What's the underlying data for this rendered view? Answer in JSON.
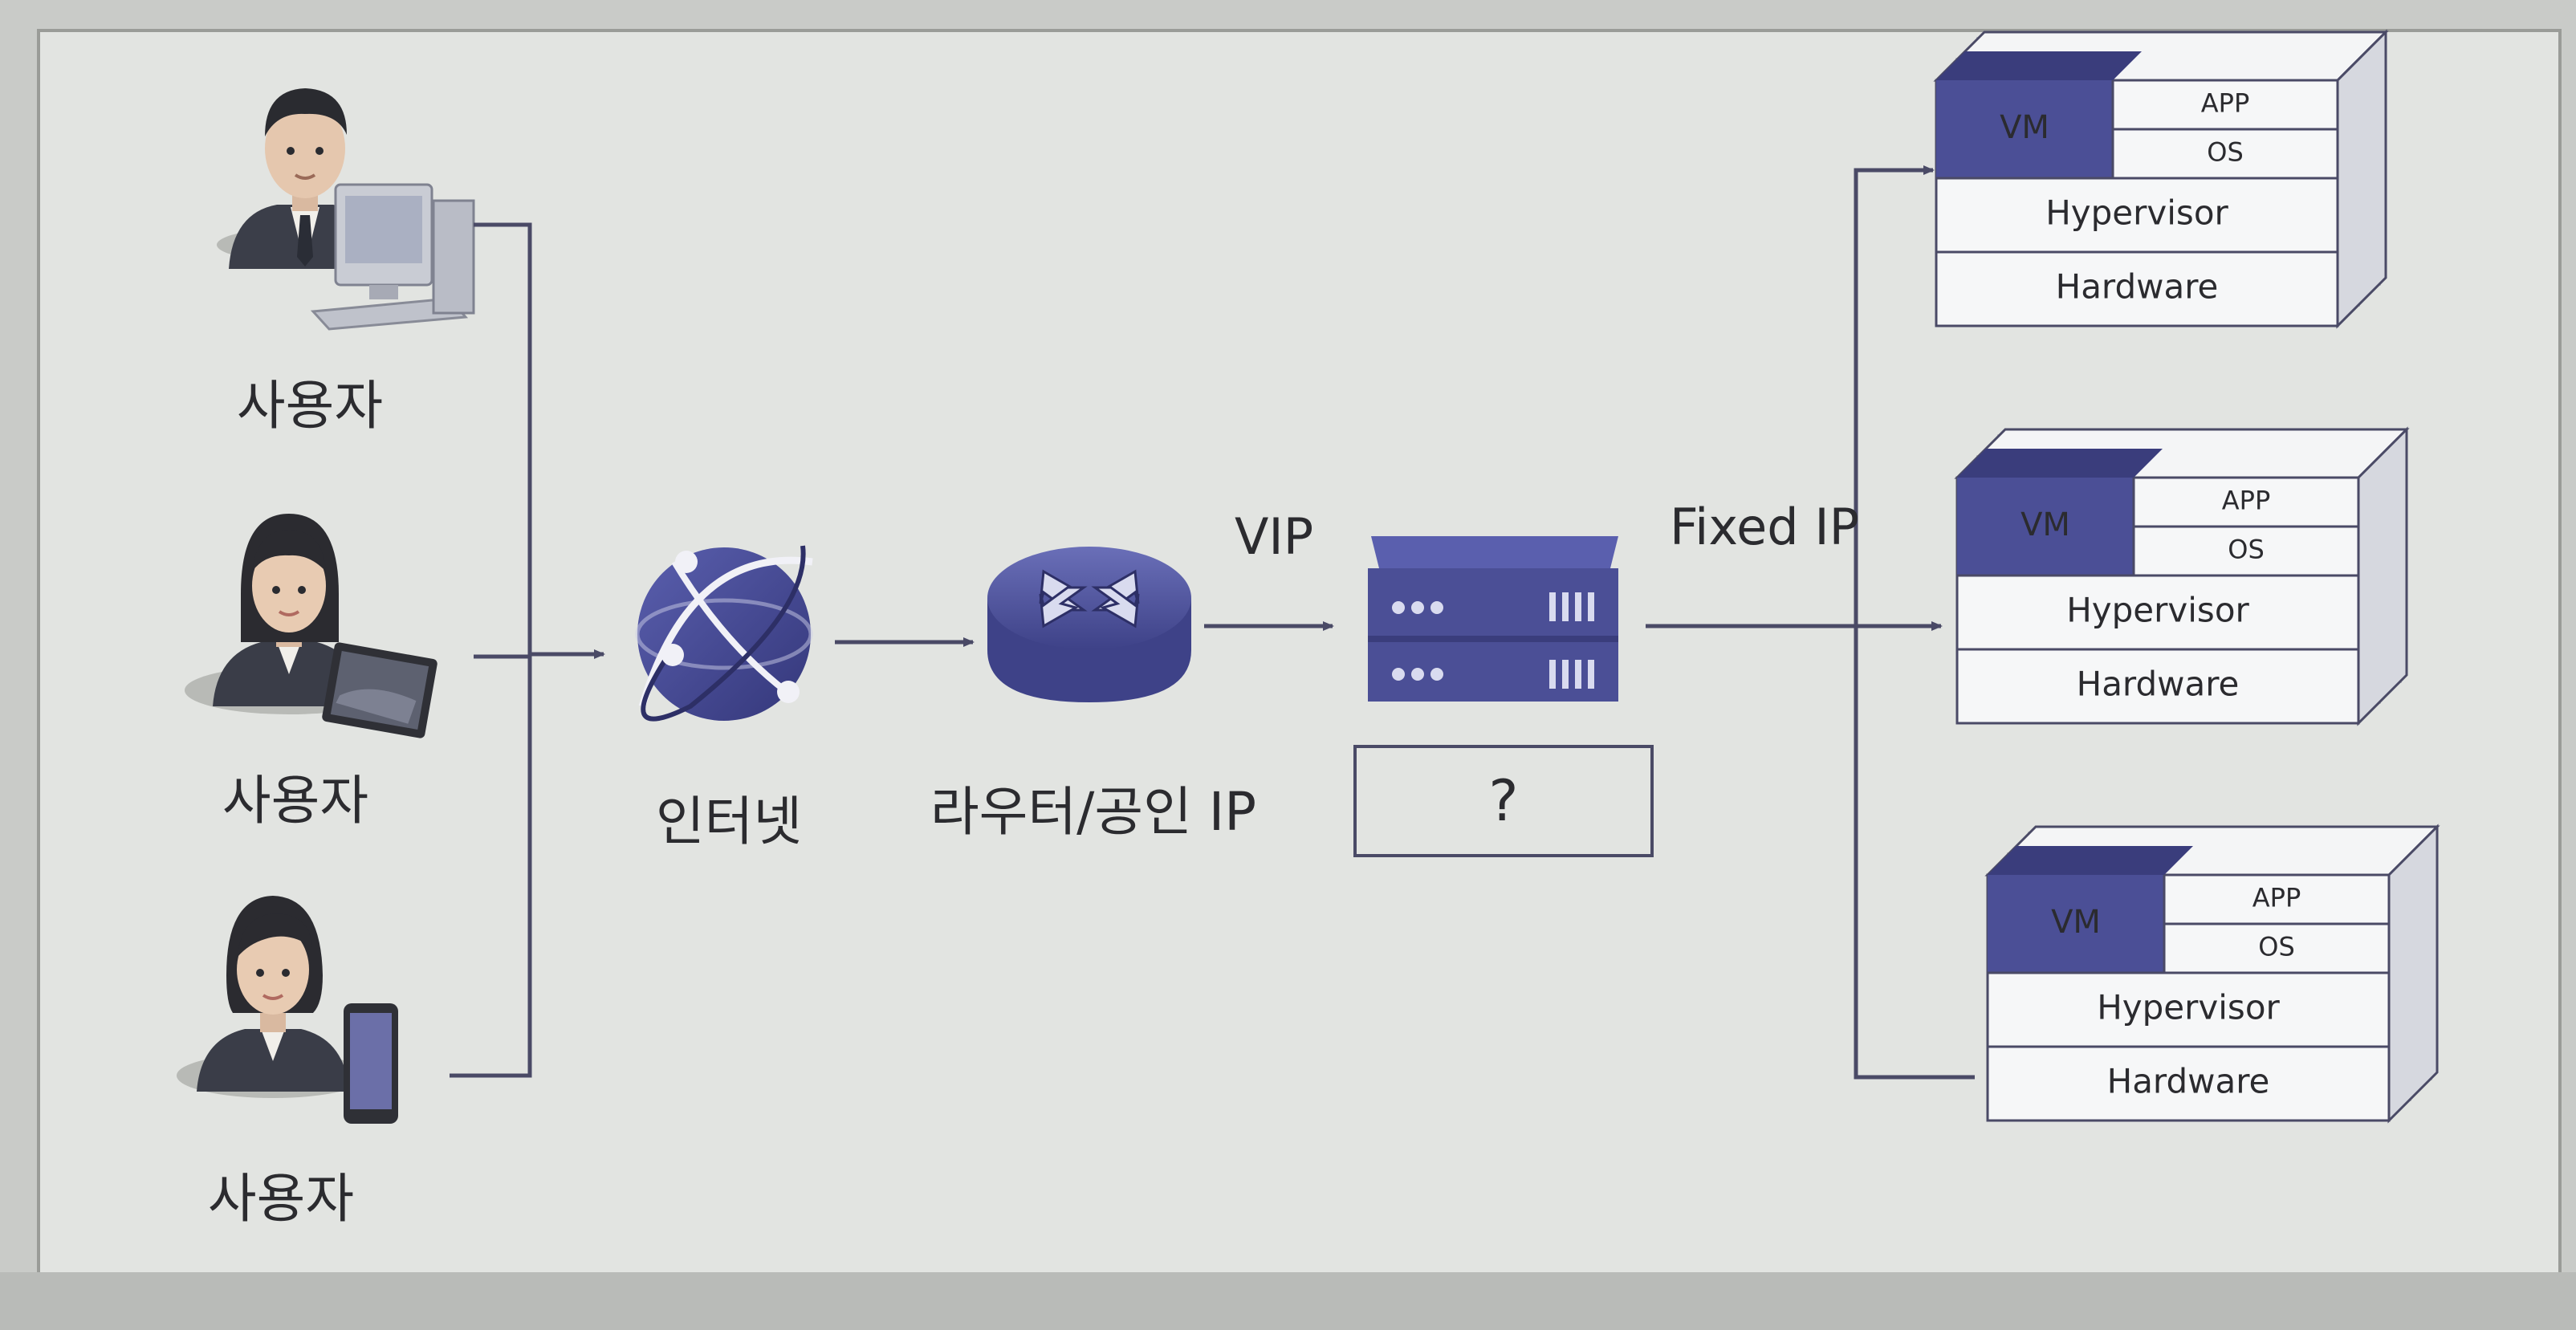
{
  "users": [
    {
      "label": "사용자",
      "device": "desktop-computer"
    },
    {
      "label": "사용자",
      "device": "tablet"
    },
    {
      "label": "사용자",
      "device": "smartphone"
    }
  ],
  "nodes": {
    "internet": {
      "label": "인터넷",
      "icon": "globe-icon"
    },
    "router": {
      "label": "라우터/공인 IP",
      "icon": "router-icon"
    },
    "load_balancer": {
      "label": "?",
      "icon": "server-appliance-icon"
    }
  },
  "links": {
    "vip": "VIP",
    "fixed_ip": "Fixed IP"
  },
  "servers": [
    {
      "vm": "VM",
      "app": "APP",
      "os": "OS",
      "hypervisor": "Hypervisor",
      "hardware": "Hardware"
    },
    {
      "vm": "VM",
      "app": "APP",
      "os": "OS",
      "hypervisor": "Hypervisor",
      "hardware": "Hardware"
    },
    {
      "vm": "VM",
      "app": "APP",
      "os": "OS",
      "hypervisor": "Hypervisor",
      "hardware": "Hardware"
    }
  ],
  "colors": {
    "accent": "#4b4f96",
    "accent_dark": "#3a3d7c",
    "line": "#4a4a66",
    "panel": "#e2e4e1",
    "page": "#c9cbc8"
  }
}
